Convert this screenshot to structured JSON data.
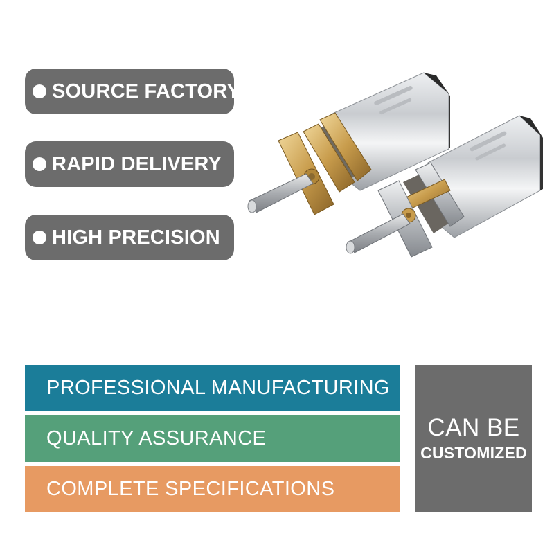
{
  "features": [
    {
      "label": "SOURCE FACTORY"
    },
    {
      "label": "RAPID DELIVERY"
    },
    {
      "label": "HIGH PRECISION"
    }
  ],
  "bands": [
    {
      "label": "PROFESSIONAL MANUFACTURING",
      "color": "#1b7d99"
    },
    {
      "label": "QUALITY ASSURANCE",
      "color": "#55a07a"
    },
    {
      "label": "COMPLETE SPECIFICATIONS",
      "color": "#e79a62"
    }
  ],
  "custom_box": {
    "line1": "CAN BE",
    "line2": "CUSTOMIZED",
    "color": "#6c6c6c"
  },
  "product_image": {
    "icon": "gear-motor-pair-icon"
  }
}
